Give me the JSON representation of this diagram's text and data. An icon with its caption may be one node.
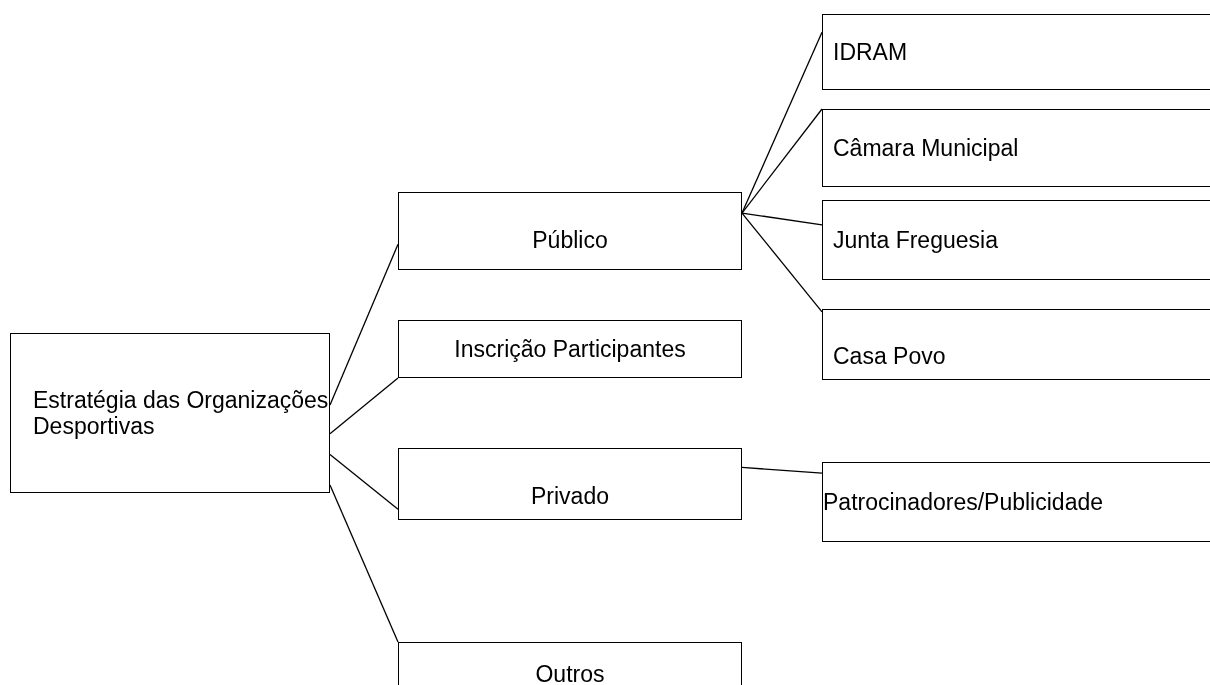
{
  "diagram": {
    "nodes": [
      {
        "text": [
          "Estratégia das Organizações Desportivas"
        ]
      },
      {
        "text": [
          "Público"
        ]
      },
      {
        "text": [
          "Inscrição Participantes"
        ]
      },
      {
        "text": [
          "Privado"
        ]
      },
      {
        "text": [
          "Outros"
        ]
      },
      {
        "text": [
          "IDRAM"
        ]
      },
      {
        "text": [
          "Câmara Municipal"
        ]
      },
      {
        "text": [
          "Junta Freguesia"
        ]
      },
      {
        "text": [
          "Casa Povo"
        ]
      },
      {
        "text": [
          "Patrocinadores/Publicidade"
        ]
      }
    ],
    "edges": [
      {
        "from": 0,
        "to": 1,
        "arrow": "none"
      },
      {
        "from": 0,
        "to": 2,
        "arrow": "none"
      },
      {
        "from": 0,
        "to": 3,
        "arrow": "none"
      },
      {
        "from": 0,
        "to": 4,
        "arrow": "none"
      },
      {
        "from": 1,
        "to": 5,
        "arrow": "none"
      },
      {
        "from": 1,
        "to": 6,
        "arrow": "none"
      },
      {
        "from": 1,
        "to": 7,
        "arrow": "none"
      },
      {
        "from": 1,
        "to": 8,
        "arrow": "none"
      },
      {
        "from": 3,
        "to": 9,
        "arrow": "none"
      }
    ]
  }
}
